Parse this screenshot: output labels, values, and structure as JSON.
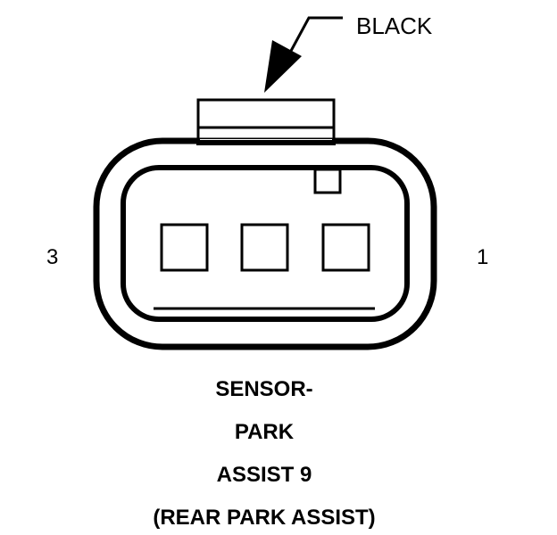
{
  "connector": {
    "color_callout": "BLACK",
    "pin_left_label": "3",
    "pin_right_label": "1",
    "cavity_count": 3
  },
  "caption": {
    "line1": "SENSOR-",
    "line2": "PARK",
    "line3": "ASSIST 9",
    "line4": "(REAR PARK ASSIST)"
  },
  "colors": {
    "ink": "#000000",
    "background": "#ffffff"
  }
}
